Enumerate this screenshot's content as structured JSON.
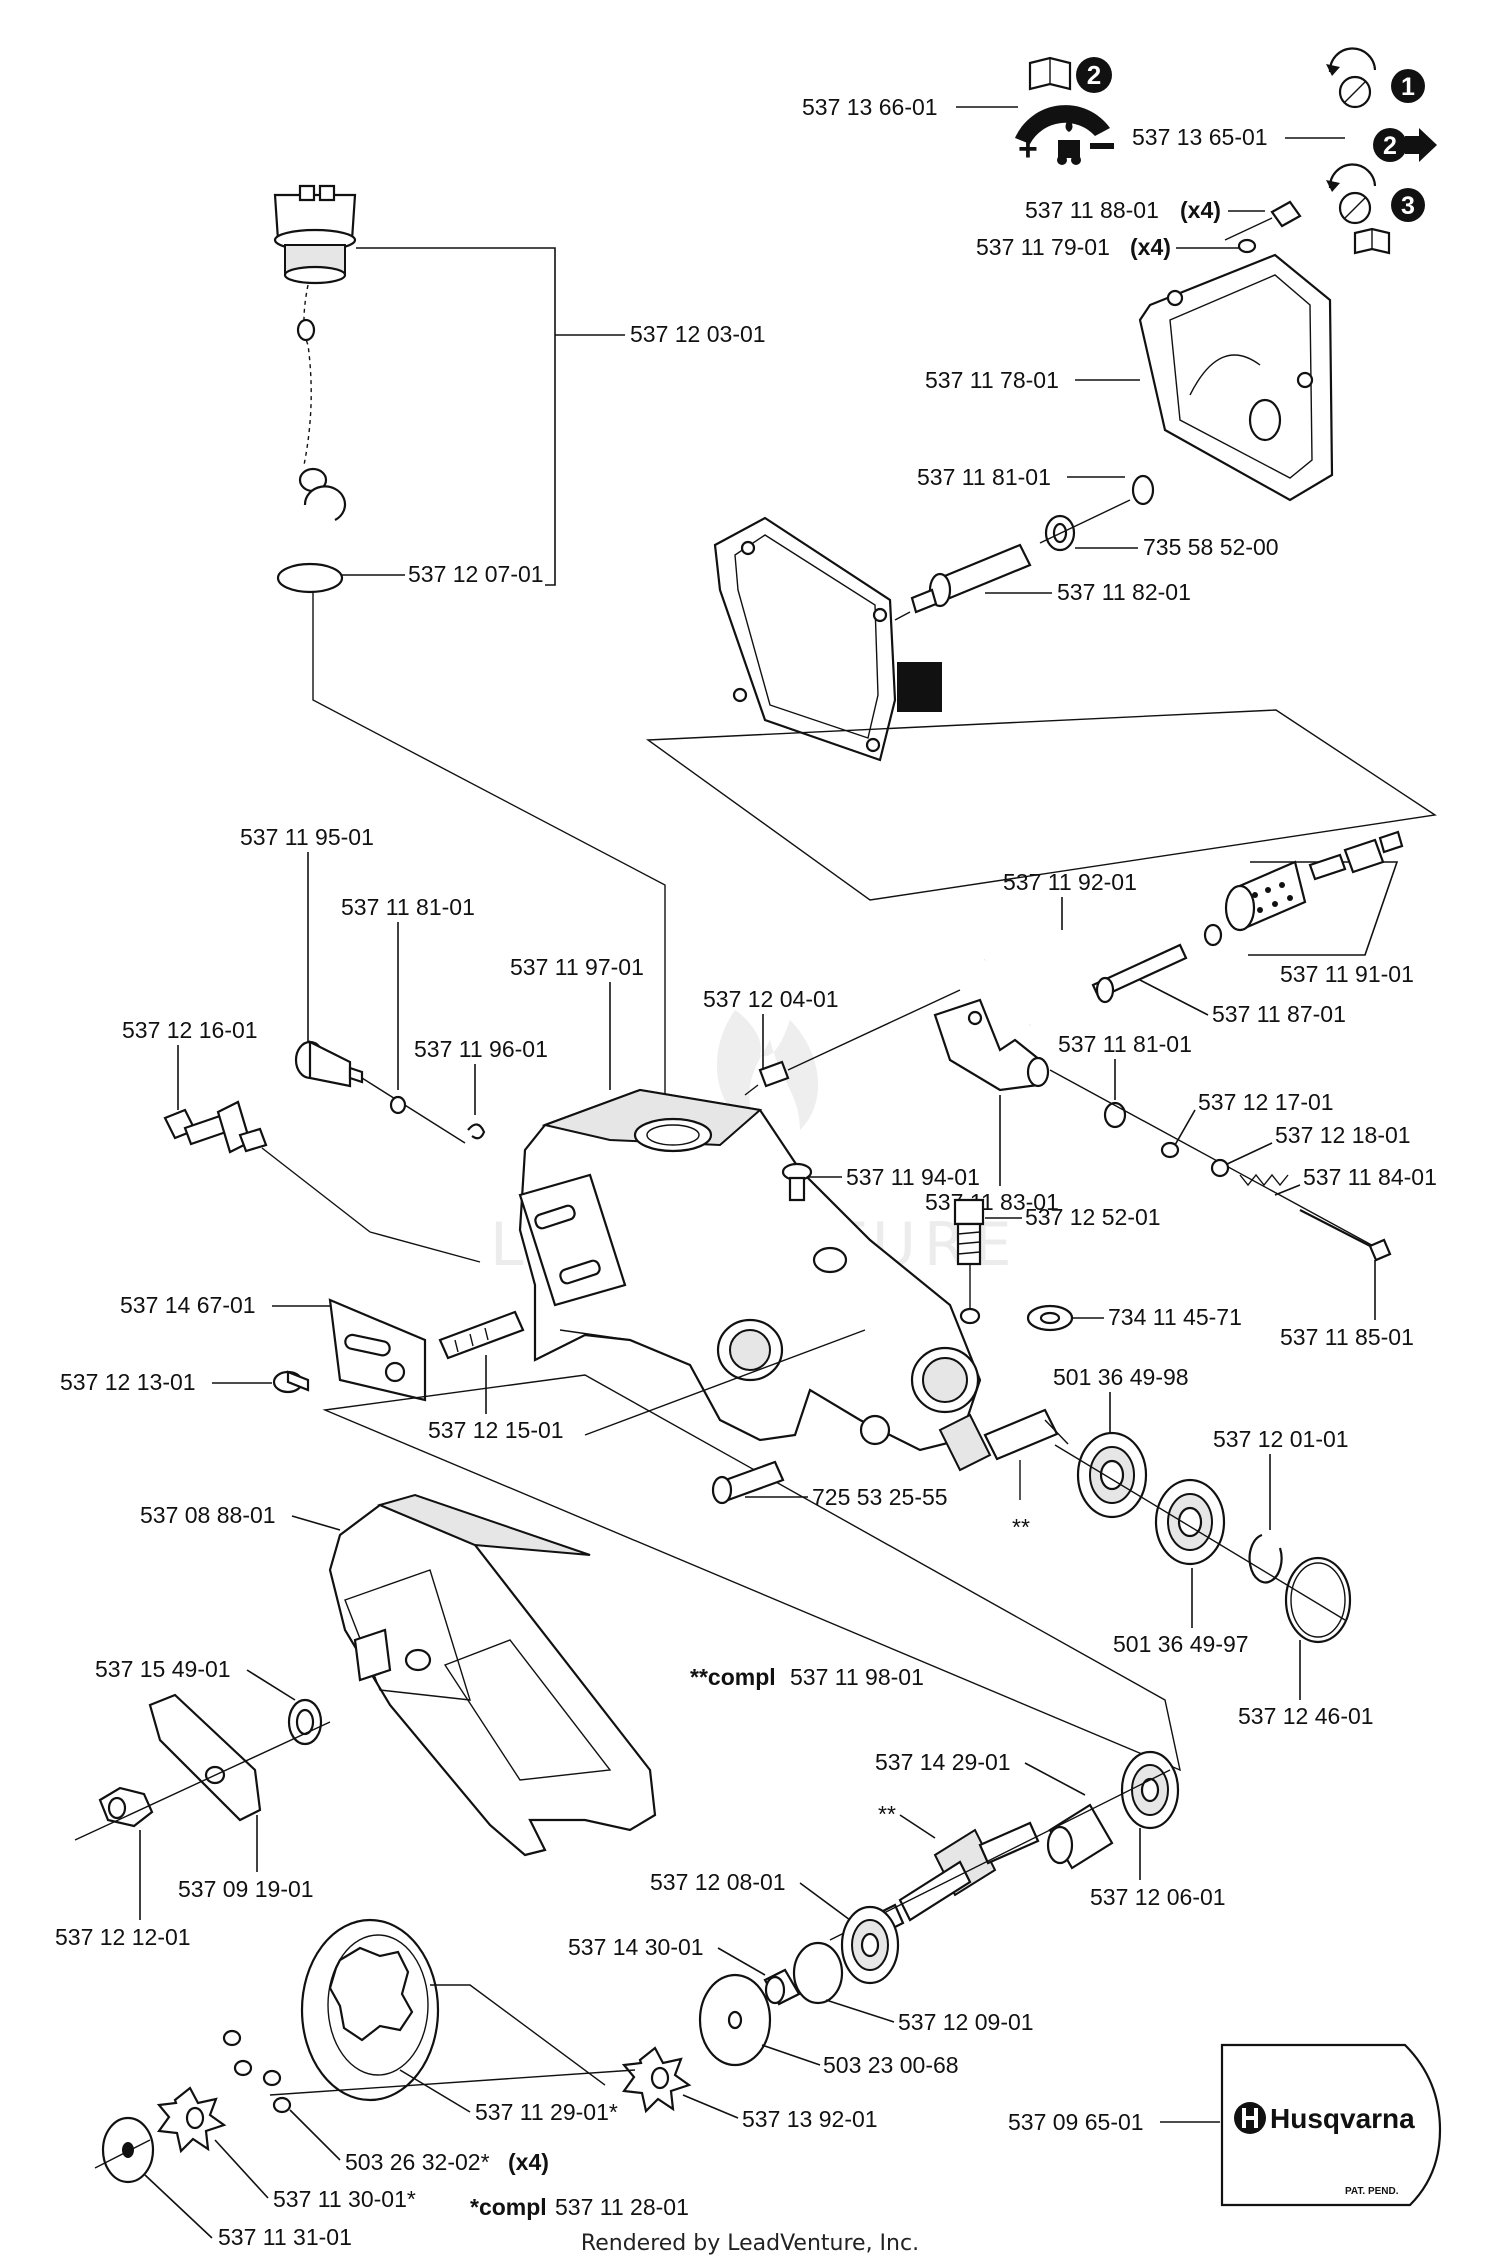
{
  "labels": {
    "p_537136601": "537 13 66-01",
    "p_537136501": "537 13 65-01",
    "p_537118801": "537 11 88-01",
    "p_537117901": "537 11 79-01",
    "x4": "(x4)",
    "p_537117801": "537 11 78-01",
    "p_537118101_a": "537 11 81-01",
    "p_735585200": "735 58 52-00",
    "p_537118201": "537 11 82-01",
    "p_537120301": "537 12 03-01",
    "p_537120701": "537 12 07-01",
    "p_537119501": "537 11 95-01",
    "p_537118101_b": "537 11 81-01",
    "p_537119701": "537 11 97-01",
    "p_537119601": "537 11 96-01",
    "p_537121601": "537 12 16-01",
    "p_537120401": "537 12 04-01",
    "p_537119201": "537 11 92-01",
    "p_537119101": "537 11 91-01",
    "p_537118701": "537 11 87-01",
    "p_537118101_c": "537 11 81-01",
    "p_537118301": "537 11 83-01",
    "p_537121701": "537 12 17-01",
    "p_537121801": "537 12 18-01",
    "p_537118401": "537 11 84-01",
    "p_537119401": "537 11 94-01",
    "p_537125201": "537 12 52-01",
    "p_537118501": "537 11 85-01",
    "p_537146701": "537 14 67-01",
    "p_537121301": "537 12 13-01",
    "p_537121501": "537 12 15-01",
    "p_734114571": "734 11 45-71",
    "p_501364998": "501 36 49-98",
    "p_537120101": "537 12 01-01",
    "p_725532555": "725 53 25-55",
    "double_star": "**",
    "p_501364997": "501 36 49-97",
    "p_537124601": "537 12 46-01",
    "p_537088801": "537 08 88-01",
    "p_537154901": "537 15 49-01",
    "compl2_prefix": "**compl",
    "compl2_number": "537 11 98-01",
    "p_537091901": "537 09 19-01",
    "p_537121201": "537 12 12-01",
    "p_537142901": "537 14 29-01",
    "double_star_b": "**",
    "p_537120601": "537 12 06-01",
    "p_537120801": "537 12 08-01",
    "p_537143001": "537 14 30-01",
    "p_537120901": "537 12 09-01",
    "p_503230068": "503 23 00-68",
    "p_537112901": "537 11 29-01*",
    "p_503263202": "503 26 32-02*",
    "p_537139201": "537 13 92-01",
    "p_537113001": "537 11 30-01*",
    "p_537113101": "537 11 31-01",
    "compl1_prefix": "*compl",
    "compl1_number": "537 11 28-01",
    "p_537096501": "537 09 65-01"
  },
  "step_numbers": {
    "book_step": "2",
    "step1": "1",
    "step2": "2",
    "step3": "3"
  },
  "brand": {
    "logo_text": "Husqvarna",
    "pat_pend": "PAT. PEND."
  },
  "watermark": "LEADVENTURE",
  "footer": "Rendered by LeadVenture, Inc.",
  "icons": [
    "book-icon",
    "oil-adjust-icon",
    "rotate-screw-icon",
    "arrow-step-icon"
  ],
  "colors": {
    "ink": "#111111",
    "background": "#ffffff"
  }
}
